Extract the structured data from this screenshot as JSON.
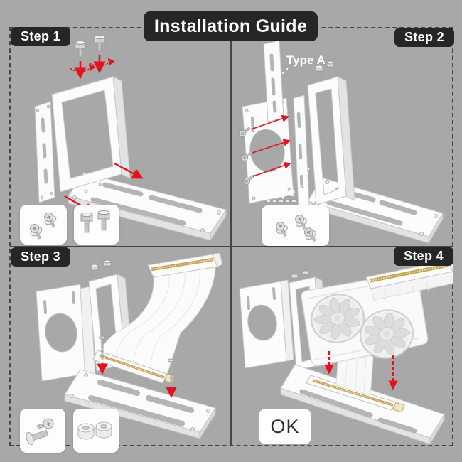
{
  "title": "Installation Guide",
  "steps": [
    {
      "label": "Step 1",
      "hardware": [
        {
          "icon": "phillips-pan-head-screws-icon",
          "count": 2
        },
        {
          "icon": "thumbscrews-icon",
          "count": 2
        }
      ]
    },
    {
      "label": "Step 2",
      "type_a_label": "Type A",
      "type_b_label": "Type B",
      "hardware": [
        {
          "icon": "phillips-pan-head-screws-icon",
          "count": 3
        }
      ]
    },
    {
      "label": "Step 3",
      "hardware": [
        {
          "icon": "standoff-screw-icon",
          "count": 1
        },
        {
          "icon": "rubber-spacer-rings-icon",
          "count": 2
        }
      ]
    },
    {
      "label": "Step 4",
      "status_label": "OK"
    }
  ],
  "colors": {
    "background": "#a8a8a8",
    "badge_background": "#262626",
    "badge_text": "#ffffff",
    "arrow_red": "#e0141f",
    "part_white": "#fcfcfc",
    "gold_contact": "#c9a455",
    "divider": "#454545",
    "hardware_box": "#fdfdfd",
    "ok_text": "#2e2e2e"
  }
}
